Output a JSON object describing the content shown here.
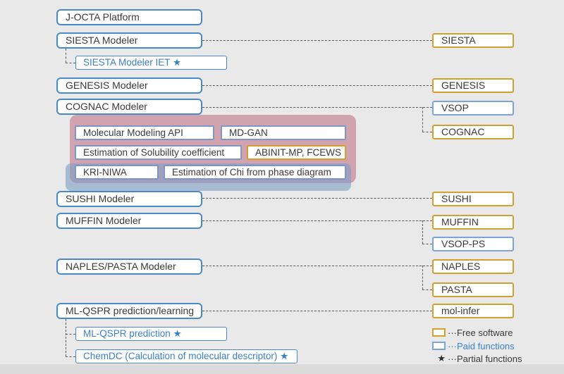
{
  "nodes": {
    "left": [
      {
        "label": "J-OCTA Platform"
      },
      {
        "label": "SIESTA Modeler"
      },
      {
        "label": "GENESIS Modeler"
      },
      {
        "label": "COGNAC Modeler"
      },
      {
        "label": "SUSHI Modeler"
      },
      {
        "label": "MUFFIN Modeler"
      },
      {
        "label": "NAPLES/PASTA Modeler"
      },
      {
        "label": "ML-QSPR prediction/learning"
      }
    ],
    "sub": [
      {
        "label": "SIESTA Modeler IET ★"
      },
      {
        "label": "ML-QSPR prediction ★"
      },
      {
        "label": "ChemDC (Calculation of molecular descriptor) ★"
      }
    ],
    "panel": [
      {
        "label": "Molecular Modeling API",
        "type": "paid"
      },
      {
        "label": "MD-GAN",
        "type": "paid"
      },
      {
        "label": "Estimation of Solubility coefficient",
        "type": "paid"
      },
      {
        "label": "ABINIT-MP, FCEWS",
        "type": "free"
      },
      {
        "label": "KRI-NIWA",
        "type": "paid"
      },
      {
        "label": "Estimation of Chi from phase diagram",
        "type": "paid"
      }
    ],
    "right": [
      {
        "label": "SIESTA",
        "type": "free"
      },
      {
        "label": "GENESIS",
        "type": "free"
      },
      {
        "label": "VSOP",
        "type": "paid"
      },
      {
        "label": "COGNAC",
        "type": "free"
      },
      {
        "label": "SUSHI",
        "type": "free"
      },
      {
        "label": "MUFFIN",
        "type": "free"
      },
      {
        "label": "VSOP-PS",
        "type": "paid"
      },
      {
        "label": "NAPLES",
        "type": "free"
      },
      {
        "label": "PASTA",
        "type": "free"
      },
      {
        "label": "mol-infer",
        "type": "free"
      }
    ]
  },
  "legend": [
    {
      "label": "···Free software",
      "swatch": "free"
    },
    {
      "label": "···Paid functions",
      "swatch": "paid"
    },
    {
      "label": "···Partial functions",
      "swatch": "star",
      "symbol": "★"
    }
  ],
  "colors": {
    "free_border": "#d2a031",
    "paid_border": "#7aa5d6",
    "main_border": "#4a89c8",
    "accent_text": "#3c80c6",
    "panel_pink": "#d1a3ae",
    "panel_blue": "#7c9ec5",
    "dash": "#5b5b5b",
    "background": "#e9e9e9"
  }
}
